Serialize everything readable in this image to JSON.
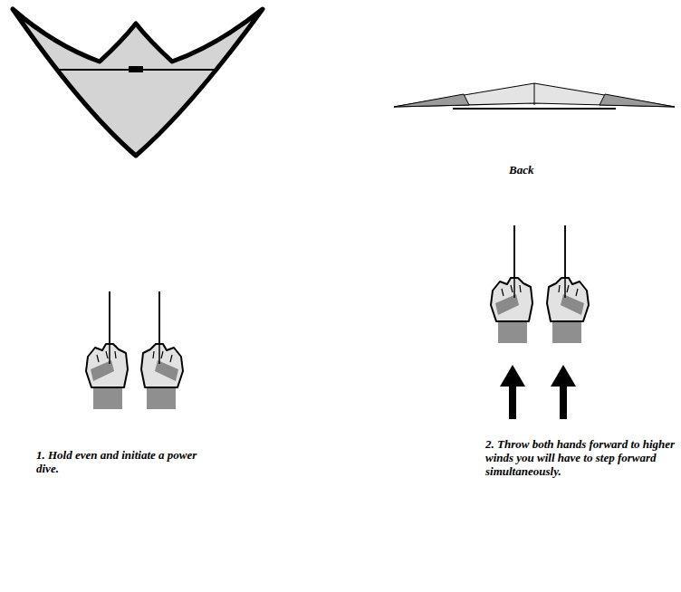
{
  "diagram": {
    "labels": [
      "Back",
      "1. Hold even and initiate a power dive.",
      "2. Throw both hands forward to higher winds you will have to step forward simultaneously."
    ]
  }
}
